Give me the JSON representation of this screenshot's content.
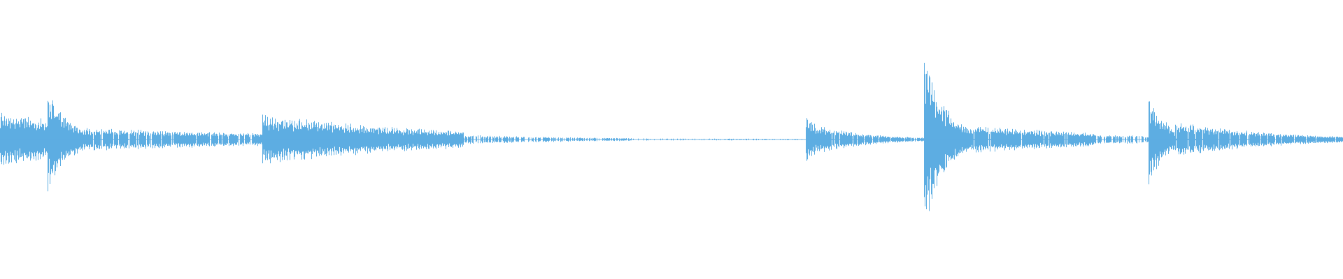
{
  "waveform": {
    "color": "#5dade2",
    "background": "#ffffff",
    "segments": [
      {
        "start": 0.0,
        "end": 0.035,
        "peak": 0.24,
        "decay": 0.3,
        "density": 1.0
      },
      {
        "start": 0.035,
        "end": 0.062,
        "peak": 0.46,
        "decay": 1.6,
        "density": 1.0
      },
      {
        "start": 0.062,
        "end": 0.195,
        "peak": 0.1,
        "decay": 0.6,
        "density": 0.9
      },
      {
        "start": 0.195,
        "end": 0.345,
        "peak": 0.22,
        "decay": 1.1,
        "density": 1.0
      },
      {
        "start": 0.345,
        "end": 0.47,
        "peak": 0.04,
        "decay": 1.2,
        "density": 0.7
      },
      {
        "start": 0.47,
        "end": 0.6,
        "peak": 0.01,
        "decay": 0.5,
        "density": 0.35
      },
      {
        "start": 0.6,
        "end": 0.61,
        "peak": 0.22,
        "decay": 0.8,
        "density": 1.0
      },
      {
        "start": 0.61,
        "end": 0.688,
        "peak": 0.12,
        "decay": 2.0,
        "density": 0.9
      },
      {
        "start": 0.688,
        "end": 0.725,
        "peak": 0.78,
        "decay": 2.2,
        "density": 1.0
      },
      {
        "start": 0.725,
        "end": 0.815,
        "peak": 0.12,
        "decay": 0.7,
        "density": 0.95
      },
      {
        "start": 0.815,
        "end": 0.855,
        "peak": 0.04,
        "decay": 0.2,
        "density": 0.6
      },
      {
        "start": 0.855,
        "end": 0.875,
        "peak": 0.4,
        "decay": 1.5,
        "density": 1.0
      },
      {
        "start": 0.875,
        "end": 1.0,
        "peak": 0.16,
        "decay": 1.8,
        "density": 0.95
      }
    ]
  }
}
